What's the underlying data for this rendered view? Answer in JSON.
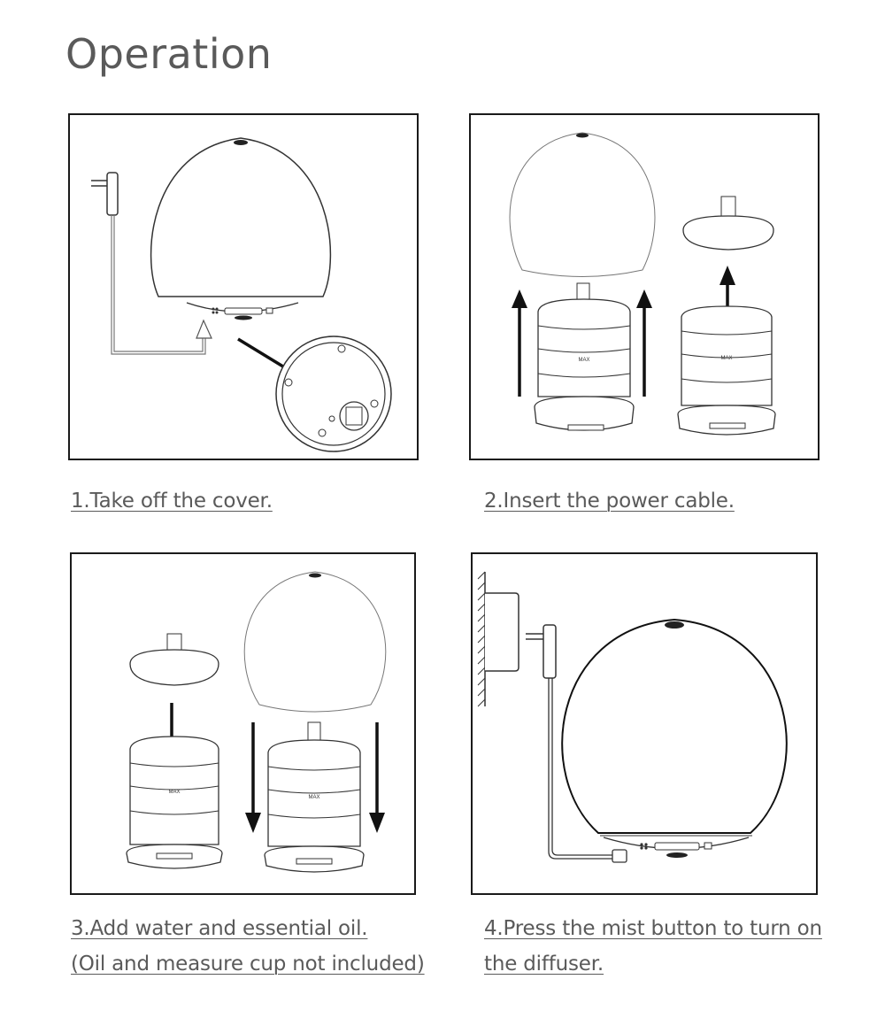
{
  "page": {
    "title": "Operation"
  },
  "steps": [
    {
      "caption_lines": [
        "1.Take off the cover."
      ]
    },
    {
      "caption_lines": [
        "2.Insert the power cable."
      ]
    },
    {
      "caption_lines": [
        "3.Add water and essential oil.",
        "(Oil and measure cup not included)"
      ]
    },
    {
      "caption_lines": [
        "4.Press the mist button to turn on ",
        "the diffuser."
      ]
    }
  ],
  "labels": {
    "max": "MAX"
  }
}
